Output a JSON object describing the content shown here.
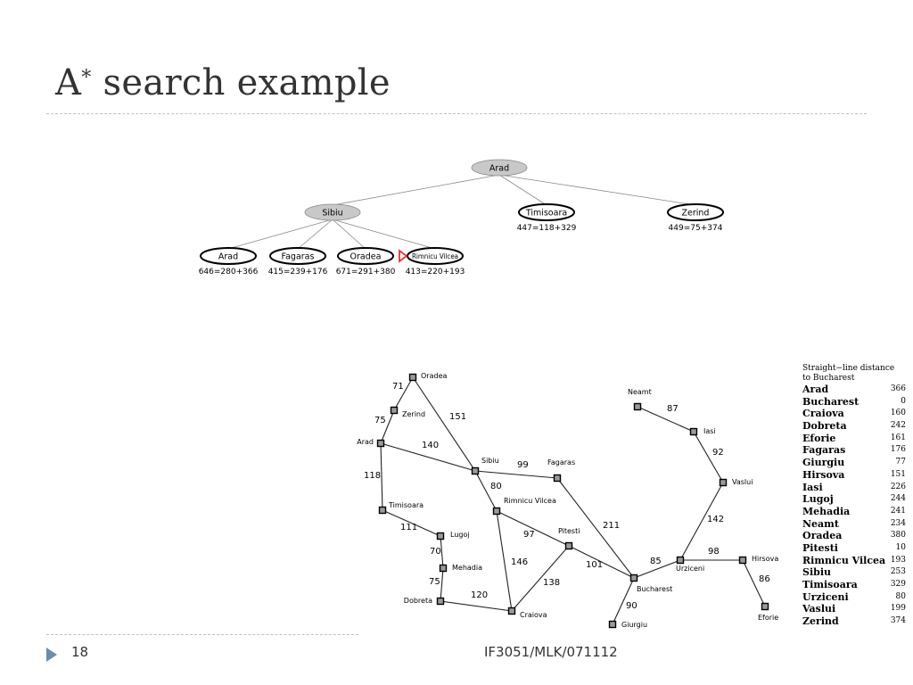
{
  "slide": {
    "title": "A",
    "title_sup": "*",
    "title_rest": " search example",
    "page_number": "18",
    "footer": "IF3051/MLK/071112"
  },
  "search_tree": {
    "root": {
      "label": "Arad"
    },
    "level1": [
      {
        "label": "Sibiu",
        "cost": ""
      },
      {
        "label": "Timisoara",
        "cost": "447=118+329"
      },
      {
        "label": "Zerind",
        "cost": "449=75+374"
      }
    ],
    "level2": [
      {
        "label": "Arad",
        "cost": "646=280+366"
      },
      {
        "label": "Fagaras",
        "cost": "415=239+176"
      },
      {
        "label": "Oradea",
        "cost": "671=291+380"
      },
      {
        "label": "Rimnicu Vilcea",
        "cost": "413=220+193"
      }
    ],
    "colors": {
      "expanded": "#c8c8c8",
      "frontier": "#ffffff",
      "pointer": "#e8312f"
    }
  },
  "map": {
    "cities": {
      "oradea": "Oradea",
      "zerind": "Zerind",
      "arad": "Arad",
      "timisoara": "Timisoara",
      "lugoj": "Lugoj",
      "mehadia": "Mehadia",
      "dobreta": "Dobreta",
      "craiova": "Craiova",
      "sibiu": "Sibiu",
      "rimnicu": "Rimnicu Vilcea",
      "fagaras": "Fagaras",
      "pitesti": "Pitesti",
      "bucharest": "Bucharest",
      "giurgiu": "Giurgiu",
      "urziceni": "Urziceni",
      "hirsova": "Hirsova",
      "eforie": "Eforie",
      "vaslui": "Vaslui",
      "iasi": "Iasi",
      "neamt": "Neamt"
    },
    "edges": {
      "oradea_zerind": "71",
      "zerind_arad": "75",
      "oradea_sibiu": "151",
      "arad_sibiu": "140",
      "arad_timisoara": "118",
      "timisoara_lugoj": "111",
      "lugoj_mehadia": "70",
      "mehadia_dobreta": "75",
      "dobreta_craiova": "120",
      "sibiu_fagaras": "99",
      "sibiu_rimnicu": "80",
      "rimnicu_pitesti": "97",
      "rimnicu_craiova": "146",
      "craiova_pitesti": "138",
      "pitesti_bucharest": "101",
      "fagaras_bucharest": "211",
      "bucharest_giurgiu": "90",
      "bucharest_urziceni": "85",
      "urziceni_hirsova": "98",
      "hirsova_eforie": "86",
      "urziceni_vaslui": "142",
      "vaslui_iasi": "92",
      "iasi_neamt": "87"
    }
  },
  "sld_table": {
    "header_line1": "Straight−line distance",
    "header_line2": "to Bucharest",
    "rows": [
      {
        "city": "Arad",
        "value": "366"
      },
      {
        "city": "Bucharest",
        "value": "0"
      },
      {
        "city": "Craiova",
        "value": "160"
      },
      {
        "city": "Dobreta",
        "value": "242"
      },
      {
        "city": "Eforie",
        "value": "161"
      },
      {
        "city": "Fagaras",
        "value": "176"
      },
      {
        "city": "Giurgiu",
        "value": "77"
      },
      {
        "city": "Hirsova",
        "value": "151"
      },
      {
        "city": "Iasi",
        "value": "226"
      },
      {
        "city": "Lugoj",
        "value": "244"
      },
      {
        "city": "Mehadia",
        "value": "241"
      },
      {
        "city": "Neamt",
        "value": "234"
      },
      {
        "city": "Oradea",
        "value": "380"
      },
      {
        "city": "Pitesti",
        "value": "10"
      },
      {
        "city": "Rimnicu Vilcea",
        "value": "193"
      },
      {
        "city": "Sibiu",
        "value": "253"
      },
      {
        "city": "Timisoara",
        "value": "329"
      },
      {
        "city": "Urziceni",
        "value": "80"
      },
      {
        "city": "Vaslui",
        "value": "199"
      },
      {
        "city": "Zerind",
        "value": "374"
      }
    ]
  }
}
